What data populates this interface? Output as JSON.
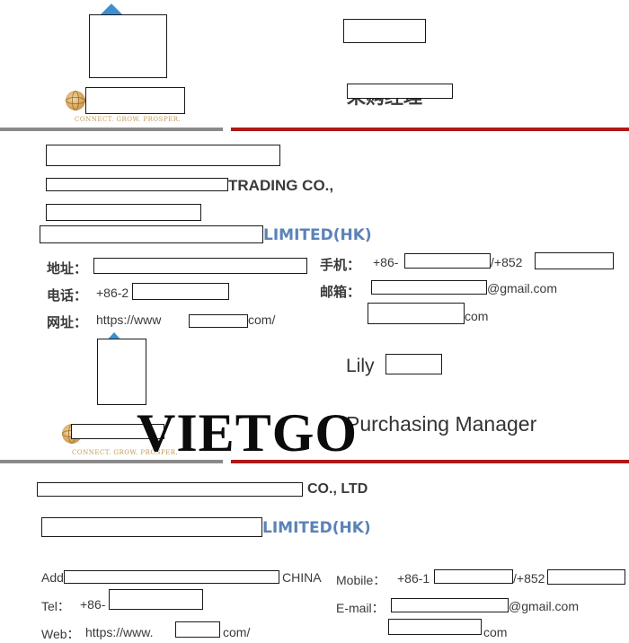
{
  "card1": {
    "logo_tagline": "CONNECT. GROW. PROSPER.",
    "company_line1_suffix": "TRADING CO.,",
    "company_line2_suffix": "LIMITED(HK)",
    "address_label": "地址：",
    "phone_label": "电话：",
    "phone_value": "+86-2",
    "web_label": "网址：",
    "web_prefix": "https://www",
    "web_suffix": "com/",
    "mobile_label": "手机：",
    "mobile_prefix": "+86-",
    "mobile_hk": "/+852",
    "email_label": "邮箱：",
    "email_suffix": "@gmail.com",
    "email2_suffix": "com",
    "title_cn": "采购经理"
  },
  "card2": {
    "name": "Lily",
    "title": "Purchasing Manager",
    "logo_tagline": "CONNECT. GROW. PROSPER.",
    "company_line1_suffix": "CO., LTD",
    "company_line2_suffix": "LIMITED(HK)",
    "address_prefix": "Add",
    "address_suffix": "CHINA",
    "tel_label": "Tel：",
    "tel_value": "+86-",
    "web_label": "Web：",
    "web_prefix": "https://www.",
    "web_suffix": "com/",
    "mobile_label": "Mobile：",
    "mobile_prefix": "+86-1",
    "mobile_hk": "/+852",
    "email_label": "E-mail：",
    "email_suffix": "@gmail.com",
    "email2_suffix": "com"
  },
  "watermark": "VIETGO",
  "colors": {
    "red_rule": "#b01818",
    "gray_rule": "#8a8a8a",
    "accent_blue": "#5b82b8"
  }
}
